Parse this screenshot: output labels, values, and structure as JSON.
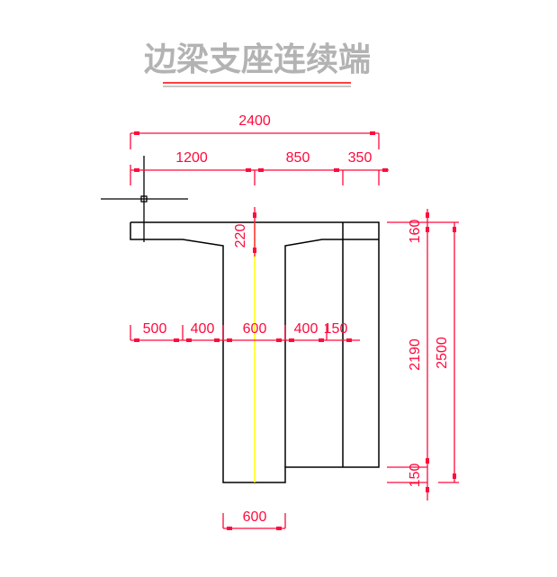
{
  "title": "边梁支座连续端",
  "colors": {
    "dimension": "#ff0a3c",
    "outline": "#000000",
    "centerline": "#ffff00",
    "title": "#b3b3b3"
  },
  "dimensions": {
    "overall_width": "2400",
    "top_row": [
      "1200",
      "850",
      "350"
    ],
    "haunch_height": "220",
    "middle_row": [
      "500",
      "400",
      "600",
      "400",
      "150"
    ],
    "right_inner": [
      "160",
      "2190",
      "150"
    ],
    "overall_height": "2500",
    "bottom_width": "600"
  }
}
